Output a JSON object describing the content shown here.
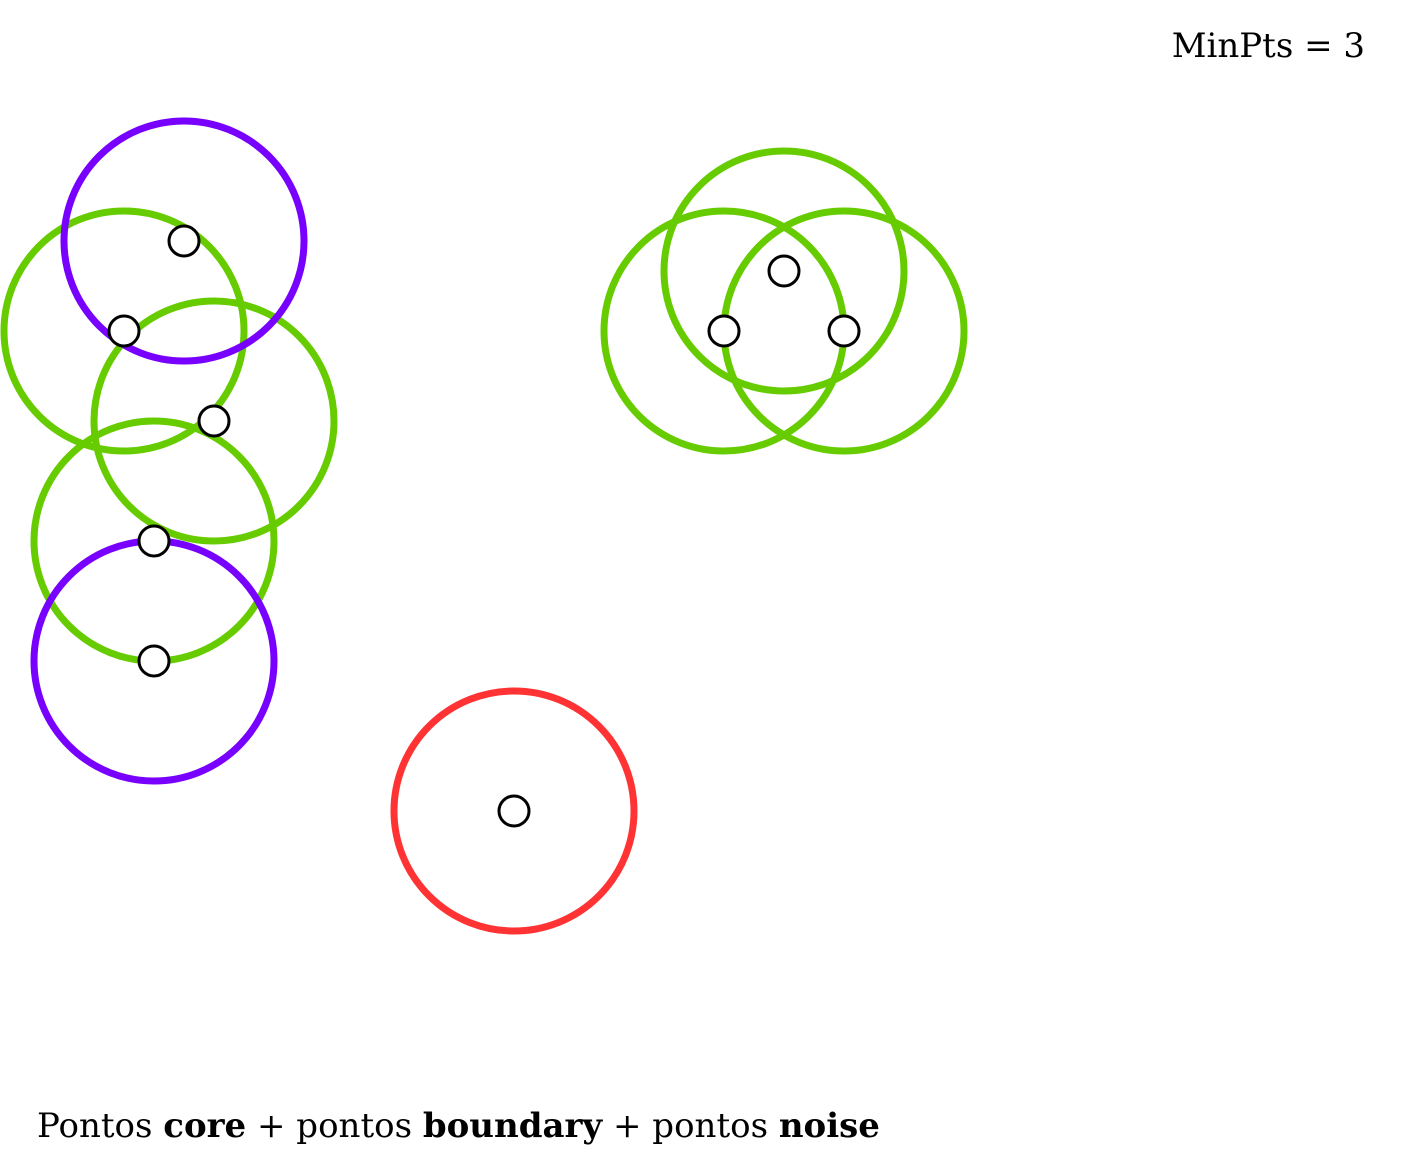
{
  "minpts_label": "MinPts = 3",
  "caption": {
    "p1": "Pontos ",
    "b1": "core",
    "p2": " + pontos ",
    "b2": "boundary",
    "p3": " + pontos ",
    "b3": "noise"
  },
  "colors": {
    "core": "#66cc00",
    "boundary": "#7700ff",
    "noise": "#ff3333"
  },
  "points": [
    {
      "id": "p1",
      "type": "boundary"
    },
    {
      "id": "p2",
      "type": "core"
    },
    {
      "id": "p3",
      "type": "core"
    },
    {
      "id": "p4",
      "type": "core"
    },
    {
      "id": "p5",
      "type": "boundary"
    },
    {
      "id": "p6",
      "type": "core"
    },
    {
      "id": "p7",
      "type": "core"
    },
    {
      "id": "p8",
      "type": "core"
    },
    {
      "id": "p9",
      "type": "noise"
    }
  ]
}
